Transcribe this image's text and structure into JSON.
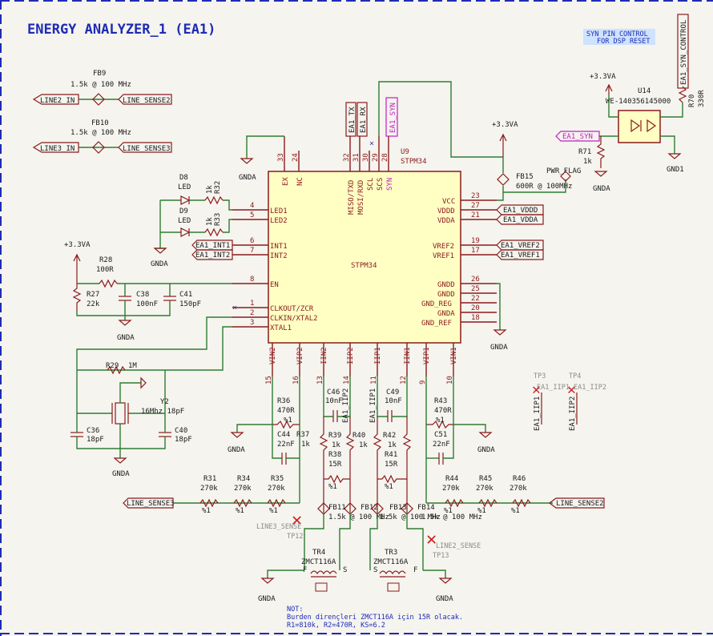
{
  "title": "ENERGY ANALYZER_1 (EA1)",
  "syn_note": [
    "SYN PIN CONTROL",
    "FOR DSP RESET"
  ],
  "ic": {
    "ref": "U9",
    "part": "STPM34",
    "center_label": "STPM34",
    "left_pins": [
      {
        "num": "4",
        "name": "LED1"
      },
      {
        "num": "5",
        "name": "LED2"
      },
      {
        "num": "6",
        "name": "INT1"
      },
      {
        "num": "7",
        "name": "INT2"
      },
      {
        "num": "8",
        "name": "EN"
      },
      {
        "num": "1",
        "name": "CLKOUT/ZCR"
      },
      {
        "num": "2",
        "name": "CLKIN/XTAL2"
      },
      {
        "num": "3",
        "name": "XTAL1"
      }
    ],
    "right_pins": [
      {
        "num": "23",
        "name": "VCC"
      },
      {
        "num": "27",
        "name": "VDDD"
      },
      {
        "num": "21",
        "name": "VDDA"
      },
      {
        "num": "19",
        "name": "VREF2"
      },
      {
        "num": "17",
        "name": "VREF1"
      },
      {
        "num": "26",
        "name": "GNDD"
      },
      {
        "num": "25",
        "name": "GNDD"
      },
      {
        "num": "22",
        "name": "GND_REG"
      },
      {
        "num": "20",
        "name": "GNDA"
      },
      {
        "num": "18",
        "name": "GND_REF"
      }
    ],
    "top_pins": [
      {
        "num": "33",
        "name": "EX"
      },
      {
        "num": "24",
        "name": "NC"
      },
      {
        "num": "32",
        "name": "MISO/TXD"
      },
      {
        "num": "31",
        "name": "MOSI/RXD"
      },
      {
        "num": "30",
        "name": "SCL"
      },
      {
        "num": "29",
        "name": "SCS"
      },
      {
        "num": "28",
        "name": "SYN"
      }
    ],
    "bottom_pins": [
      {
        "num": "15",
        "name": "VIN2"
      },
      {
        "num": "16",
        "name": "VIP2"
      },
      {
        "num": "13",
        "name": "IIN2"
      },
      {
        "num": "14",
        "name": "IIP2"
      },
      {
        "num": "11",
        "name": "IIP1"
      },
      {
        "num": "12",
        "name": "IIN1"
      },
      {
        "num": "9",
        "name": "VIP1"
      },
      {
        "num": "10",
        "name": "VIN1"
      }
    ]
  },
  "nets": {
    "line2_in": "LINE2_IN",
    "line3_in": "LINE3_IN",
    "line_sense2": "LINE_SENSE2",
    "line_sense3": "LINE_SENSE3",
    "ea1_int1": "EA1_INT1",
    "ea1_int2": "EA1_INT2",
    "ea1_vddd": "EA1_VDDD",
    "ea1_vdda": "EA1_VDDA",
    "ea1_vref2": "EA1_VREF2",
    "ea1_vref1": "EA1_VREF1",
    "ea1_tx": "EA1_TX",
    "ea1_rx": "EA1_RX",
    "ea1_syn": "EA1_SYN",
    "ea1_syn_control": "EA1_SYN_CONTROL",
    "ea1_iip1": "EA1_IIP1",
    "ea1_iip2": "EA1_IIP2"
  },
  "power": {
    "v33": "+3.3VA",
    "gnda": "GNDA",
    "gnd1": "GND1",
    "pwr_flag": "PWR_FLAG"
  },
  "parts": {
    "fb9": {
      "ref": "FB9",
      "value": "1.5k @ 100 MHz"
    },
    "fb10": {
      "ref": "FB10",
      "value": "1.5k @ 100 MHz"
    },
    "fb15": {
      "ref": "FB15",
      "value": "600R @ 100MHz"
    },
    "d8": {
      "ref": "D8",
      "value": "LED"
    },
    "d9": {
      "ref": "D9",
      "value": "LED"
    },
    "r32": {
      "ref": "R32",
      "value": "1k"
    },
    "r33": {
      "ref": "R33",
      "value": "1k"
    },
    "r28": {
      "ref": "R28",
      "value": "100R"
    },
    "r27": {
      "ref": "R27",
      "value": "22k"
    },
    "c38": {
      "ref": "C38",
      "value": "100nF"
    },
    "c41": {
      "ref": "C41",
      "value": "150pF"
    },
    "r29": {
      "ref": "R29",
      "value": "1M"
    },
    "y2": {
      "ref": "Y2",
      "value": "16Mhz 18pF"
    },
    "c36": {
      "ref": "C36",
      "value": "18pF"
    },
    "c40": {
      "ref": "C40",
      "value": "18pF"
    },
    "u14": {
      "ref": "U14",
      "value": "WE-140356145000"
    },
    "r70": {
      "ref": "R70",
      "value": "330R"
    },
    "r71": {
      "ref": "R71",
      "value": "1k"
    },
    "r36": {
      "ref": "R36",
      "value": "470R",
      "tol": "%1"
    },
    "r43": {
      "ref": "R43",
      "value": "470R",
      "tol": "%1"
    },
    "c44": {
      "ref": "C44",
      "value": "22nF"
    },
    "c51": {
      "ref": "C51",
      "value": "22nF"
    },
    "r37": {
      "ref": "R37",
      "value": "1k"
    },
    "r39": {
      "ref": "R39",
      "value": "1k"
    },
    "r40": {
      "ref": "R40",
      "value": "1k"
    },
    "r42": {
      "ref": "R42",
      "value": "1k"
    },
    "c46": {
      "ref": "C46",
      "value": "10nF"
    },
    "c49": {
      "ref": "C49",
      "value": "10nF"
    },
    "r38": {
      "ref": "R38",
      "value": "15R",
      "tol": "%1"
    },
    "r41": {
      "ref": "R41",
      "value": "15R",
      "tol": "%1"
    },
    "r31": {
      "ref": "R31",
      "value": "270k",
      "tol": "%1"
    },
    "r34": {
      "ref": "R34",
      "value": "270k",
      "tol": "%1"
    },
    "r35": {
      "ref": "R35",
      "value": "270k",
      "tol": "%1"
    },
    "r44": {
      "ref": "R44",
      "value": "270k",
      "tol": "%1"
    },
    "r45": {
      "ref": "R45",
      "value": "270k",
      "tol": "%1"
    },
    "r46": {
      "ref": "R46",
      "value": "270k",
      "tol": "%1"
    },
    "fb11": {
      "ref": "FB11",
      "value": "1.5k @ 100 MHz"
    },
    "fb12": {
      "ref": "FB12",
      "value": "1.5k @ 100 MHz"
    },
    "fb13": {
      "ref": "FB13",
      "value": "1.5k @ 100 MHz"
    },
    "fb14": {
      "ref": "FB14",
      "value": "1.5k @ 100 MHz"
    },
    "tr4": {
      "ref": "TR4",
      "value": "ZMCT116A"
    },
    "tr3": {
      "ref": "TR3",
      "value": "ZMCT116A"
    },
    "tp3": {
      "ref": "TP3",
      "value": "EA1_IIP1"
    },
    "tp4": {
      "ref": "TP4",
      "value": "EA1_IIP2"
    },
    "tp12": {
      "ref": "TP12",
      "value": "LINE3_SENSE"
    },
    "tp13": {
      "ref": "TP13",
      "value": "LINE2_SENSE"
    }
  },
  "note": [
    "NOT:",
    "Burden dirençleri ZMCT116A için 15R olacak.",
    "R1=810k, R2=470R, KS=6.2"
  ],
  "colors": {
    "wire": "#2e7d32",
    "part": "#8b1a1a",
    "title": "#1f2bb5",
    "syn_net": "#c020c0",
    "ic_fill": "#ffffc4",
    "background": "#f5f4ef"
  }
}
